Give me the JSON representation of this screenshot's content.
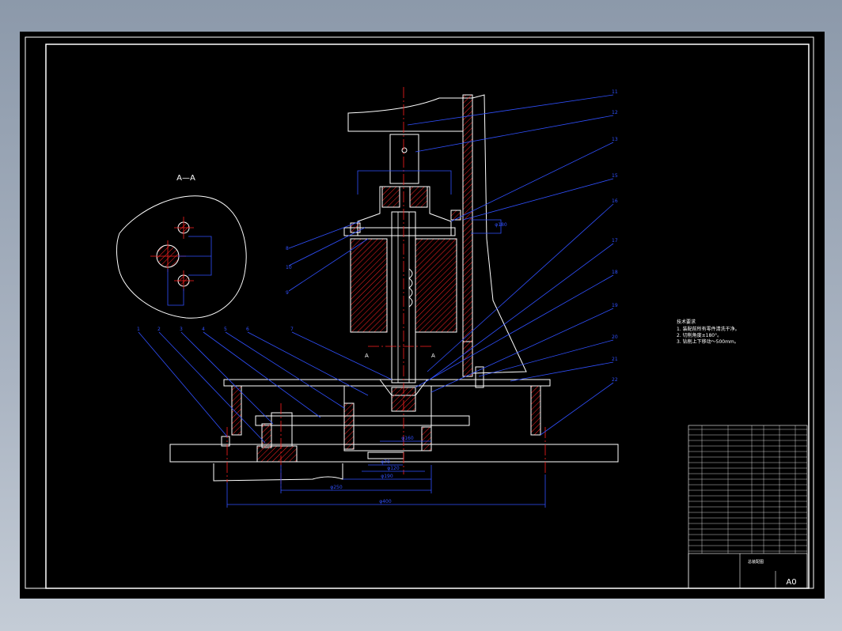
{
  "drawing": {
    "section_label": "A—A",
    "section_marker": "A",
    "sheet_size": "A0",
    "title_block_title": "总装配图",
    "tech_requirements": {
      "title": "技术要求",
      "lines": [
        "1. 装配前所有零件清洗干净。",
        "2. 切削角度±180°。",
        "3. 钻削上下移动～500mm。"
      ]
    },
    "leader_numbers_right": [
      "11",
      "12",
      "13",
      "15",
      "16",
      "17",
      "18",
      "19",
      "20",
      "21",
      "22"
    ],
    "leader_numbers_left_top": [
      "8",
      "10",
      "9"
    ],
    "leader_numbers_bottom_left": [
      "1",
      "2",
      "3",
      "4",
      "5",
      "6",
      "7"
    ],
    "dimensions": [
      "φ160",
      "φ70",
      "φ120",
      "φ190",
      "φ250",
      "φ400",
      "φ180"
    ]
  },
  "colors": {
    "background": "#000000",
    "frame": "#ffffff",
    "dimension": "#0000ff",
    "centerline": "#ff0000",
    "hatch": "#ff0000",
    "part": "#ffffff"
  }
}
